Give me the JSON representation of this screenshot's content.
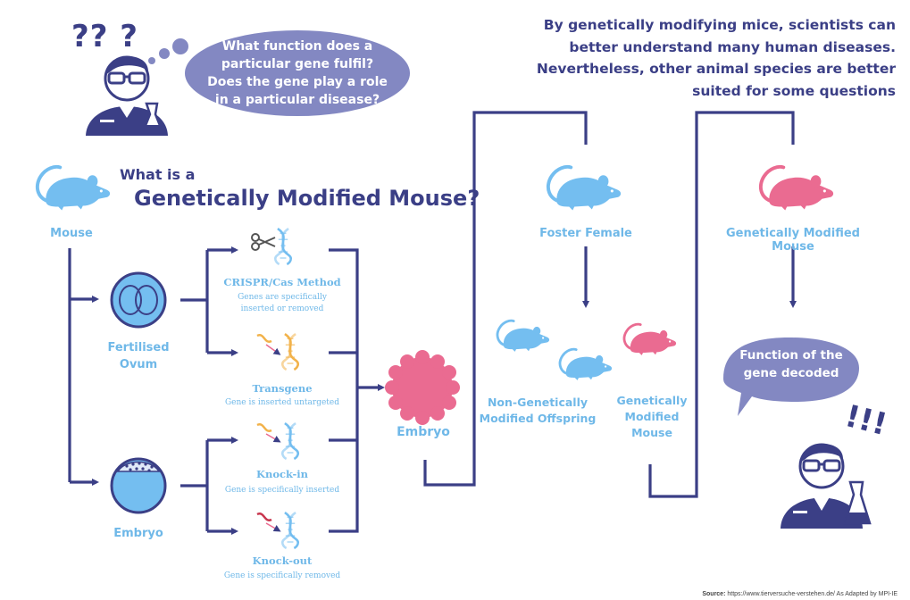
{
  "colors": {
    "navy": "#3b3f86",
    "light_blue": "#74bef0",
    "pink": "#ea6b91",
    "bubble": "#8388c2"
  },
  "intro": {
    "text": "By genetically modifying mice, scientists can better understand many human diseases. Nevertheless, other animal species are better suited for some questions",
    "lines": [
      "By genetically modifying mice, scientists can",
      "better understand many human diseases.",
      "Nevertheless, other animal species are better",
      "suited for some questions"
    ]
  },
  "question_bubble": {
    "lines": [
      "What function does a",
      "particular gene fulfil?",
      "Does the gene play a role",
      "in a particular disease?"
    ]
  },
  "question_marks": "?? ?",
  "title": {
    "line1": "What is a",
    "line2": "Genetically Modified Mouse?"
  },
  "nodes": {
    "mouse": "Mouse",
    "fertilised_ovum": [
      "Fertilised",
      "Ovum"
    ],
    "embryo_small": "Embryo",
    "embryo_center": "Embryo",
    "foster_female": "Foster Female",
    "gm_mouse_top": "Genetically Modified Mouse",
    "non_gm_offspring": [
      "Non-Genetically",
      "Modified Offspring"
    ],
    "gm_offspring": [
      "Genetically",
      "Modified",
      "Mouse"
    ]
  },
  "methods": [
    {
      "name": "CRISPR/Cas Method",
      "desc_lines": [
        "Genes are specifically",
        "inserted or removed"
      ]
    },
    {
      "name": "Transgene",
      "desc_lines": [
        "Gene is inserted untargeted"
      ]
    },
    {
      "name": "Knock-in",
      "desc_lines": [
        "Gene is specifically inserted"
      ]
    },
    {
      "name": "Knock-out",
      "desc_lines": [
        "Gene is specifically removed"
      ]
    }
  ],
  "answer_bubble": {
    "lines": [
      "Function of the",
      "gene decoded"
    ]
  },
  "exclamation": "!!!",
  "source": {
    "label": "Source:",
    "text": " https://www.tierversuche-verstehen.de/ As Adapted by MPI-IE"
  }
}
